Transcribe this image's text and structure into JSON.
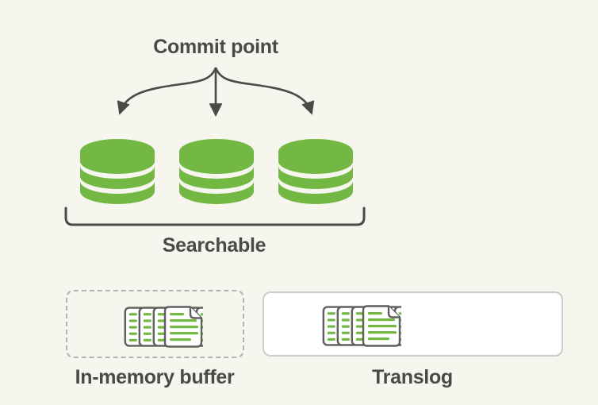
{
  "diagram": {
    "commit_point": {
      "label": "Commit point"
    },
    "segments": {
      "label": "Searchable",
      "count": 3
    },
    "in_memory_buffer": {
      "label": "In-memory buffer"
    },
    "translog": {
      "label": "Translog"
    }
  },
  "colors": {
    "background": "#f6f6ee",
    "green": "#73b843",
    "text": "#4a4a48",
    "arrow": "#4a4a48",
    "doc_border": "#5f5f5d",
    "doc_fill": "#ffffff",
    "translog_border": "#cbcbc9",
    "buffer_border": "#b2b2b0"
  }
}
